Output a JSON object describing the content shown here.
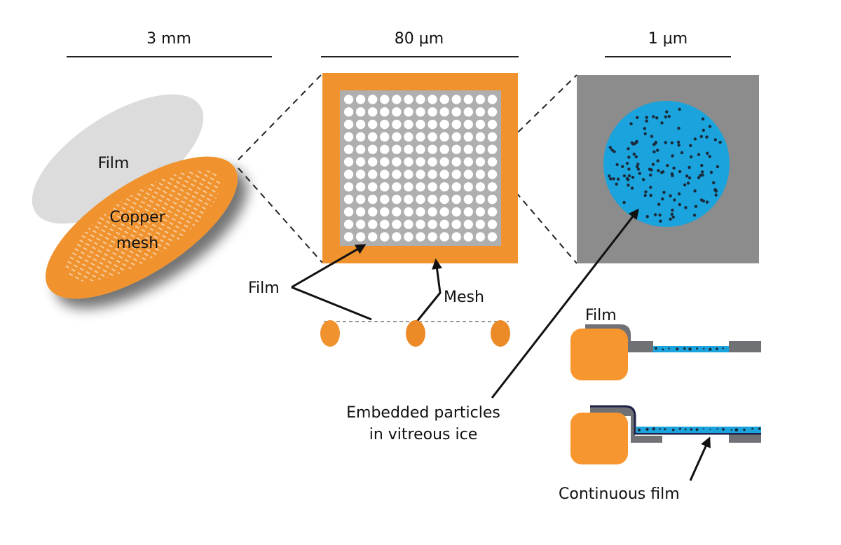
{
  "colors": {
    "copper": "#F0922E",
    "copper_cross_section": "#F7962F",
    "film_grey": "#DCDCDC",
    "mesh_grid_grey": "#AFAFAF",
    "hole_white": "#FFFFFF",
    "ice_blue": "#1AA3DC",
    "particle_dark": "#1B2A3A",
    "panel_dark_grey": "#8C8C8C",
    "film_cross_section_grey": "#6F7175",
    "continuous_film_navy": "#1E2148",
    "line_black": "#111111"
  },
  "scale_bars": [
    {
      "label": "3 mm"
    },
    {
      "label": "80 μm"
    },
    {
      "label": "1 μm"
    }
  ],
  "grid_overview": {
    "film_label": "Film",
    "mesh_label_line1": "Copper",
    "mesh_label_line2": "mesh"
  },
  "grid_square": {
    "hole_rows": 12,
    "hole_cols": 13,
    "film_label": "Film",
    "mesh_label": "Mesh"
  },
  "hole_view": {
    "particle_count": 130
  },
  "cross_sections": {
    "holey_film_label": "Film",
    "continuous_film_label": "Continuous film"
  },
  "embedded_label": {
    "line1": "Embedded particles",
    "line2": "in vitreous ice"
  }
}
